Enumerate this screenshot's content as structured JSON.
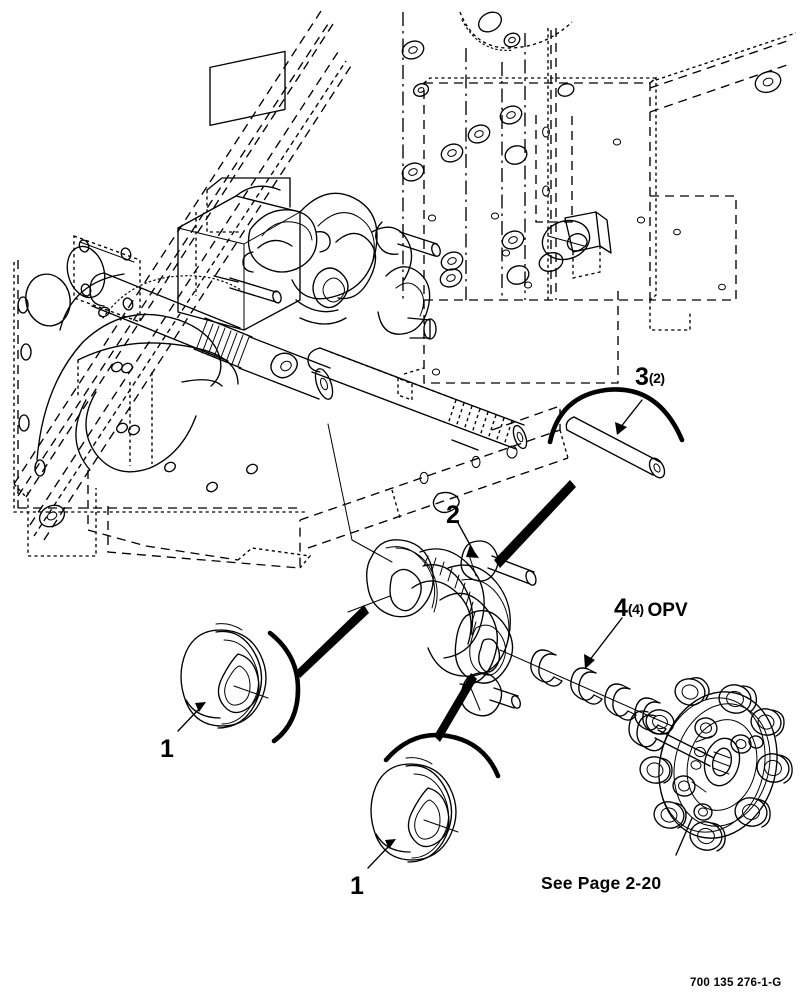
{
  "document": {
    "type": "exploded-parts-diagram",
    "part_number": "700 135 276-1-G",
    "reference_note": "See Page 2-20"
  },
  "callouts": [
    {
      "id": "one-a",
      "number": "1",
      "qty": "",
      "suffix": "",
      "description": "bearing-seal-left"
    },
    {
      "id": "one-b",
      "number": "1",
      "qty": "",
      "suffix": "",
      "description": "bearing-seal-lower"
    },
    {
      "id": "two",
      "number": "2",
      "qty": "",
      "suffix": "",
      "description": "universal-joint-yoke"
    },
    {
      "id": "three",
      "number": "3",
      "qty": "(2)",
      "suffix": "",
      "description": "roll-pin"
    },
    {
      "id": "four",
      "number": "4",
      "qty": "(4)",
      "suffix": "OPV",
      "description": "washer-spacer"
    }
  ],
  "colors": {
    "line": "#000000",
    "background": "#ffffff"
  }
}
